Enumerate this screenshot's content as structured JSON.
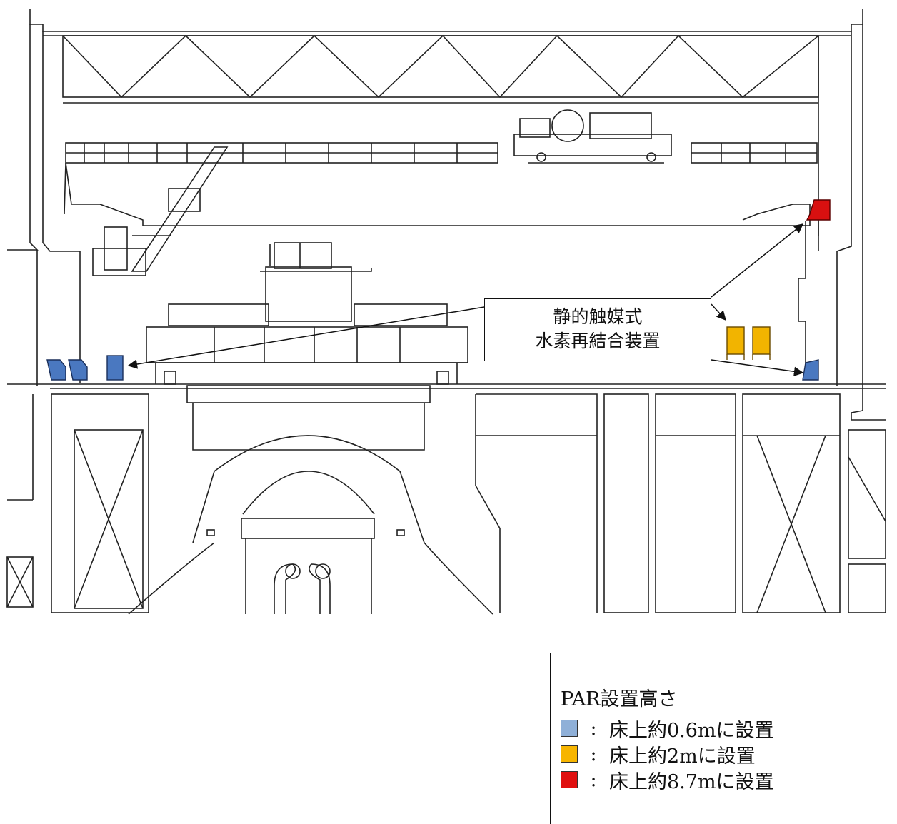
{
  "callout": {
    "line1": "静的触媒式",
    "line2": "水素再結合装置"
  },
  "legend": {
    "title": "PAR設置高さ",
    "items": [
      {
        "label": "床上約0.6mに設置",
        "color": "#8fb0d8"
      },
      {
        "label": "床上約2mに設置",
        "color": "#f7b500"
      },
      {
        "label": "床上約8.7mに設置",
        "color": "#e01010"
      }
    ]
  },
  "colors": {
    "par_blue": "#4a78c0",
    "par_yellow": "#f2b400",
    "par_red": "#d81010",
    "line": "#222222"
  }
}
